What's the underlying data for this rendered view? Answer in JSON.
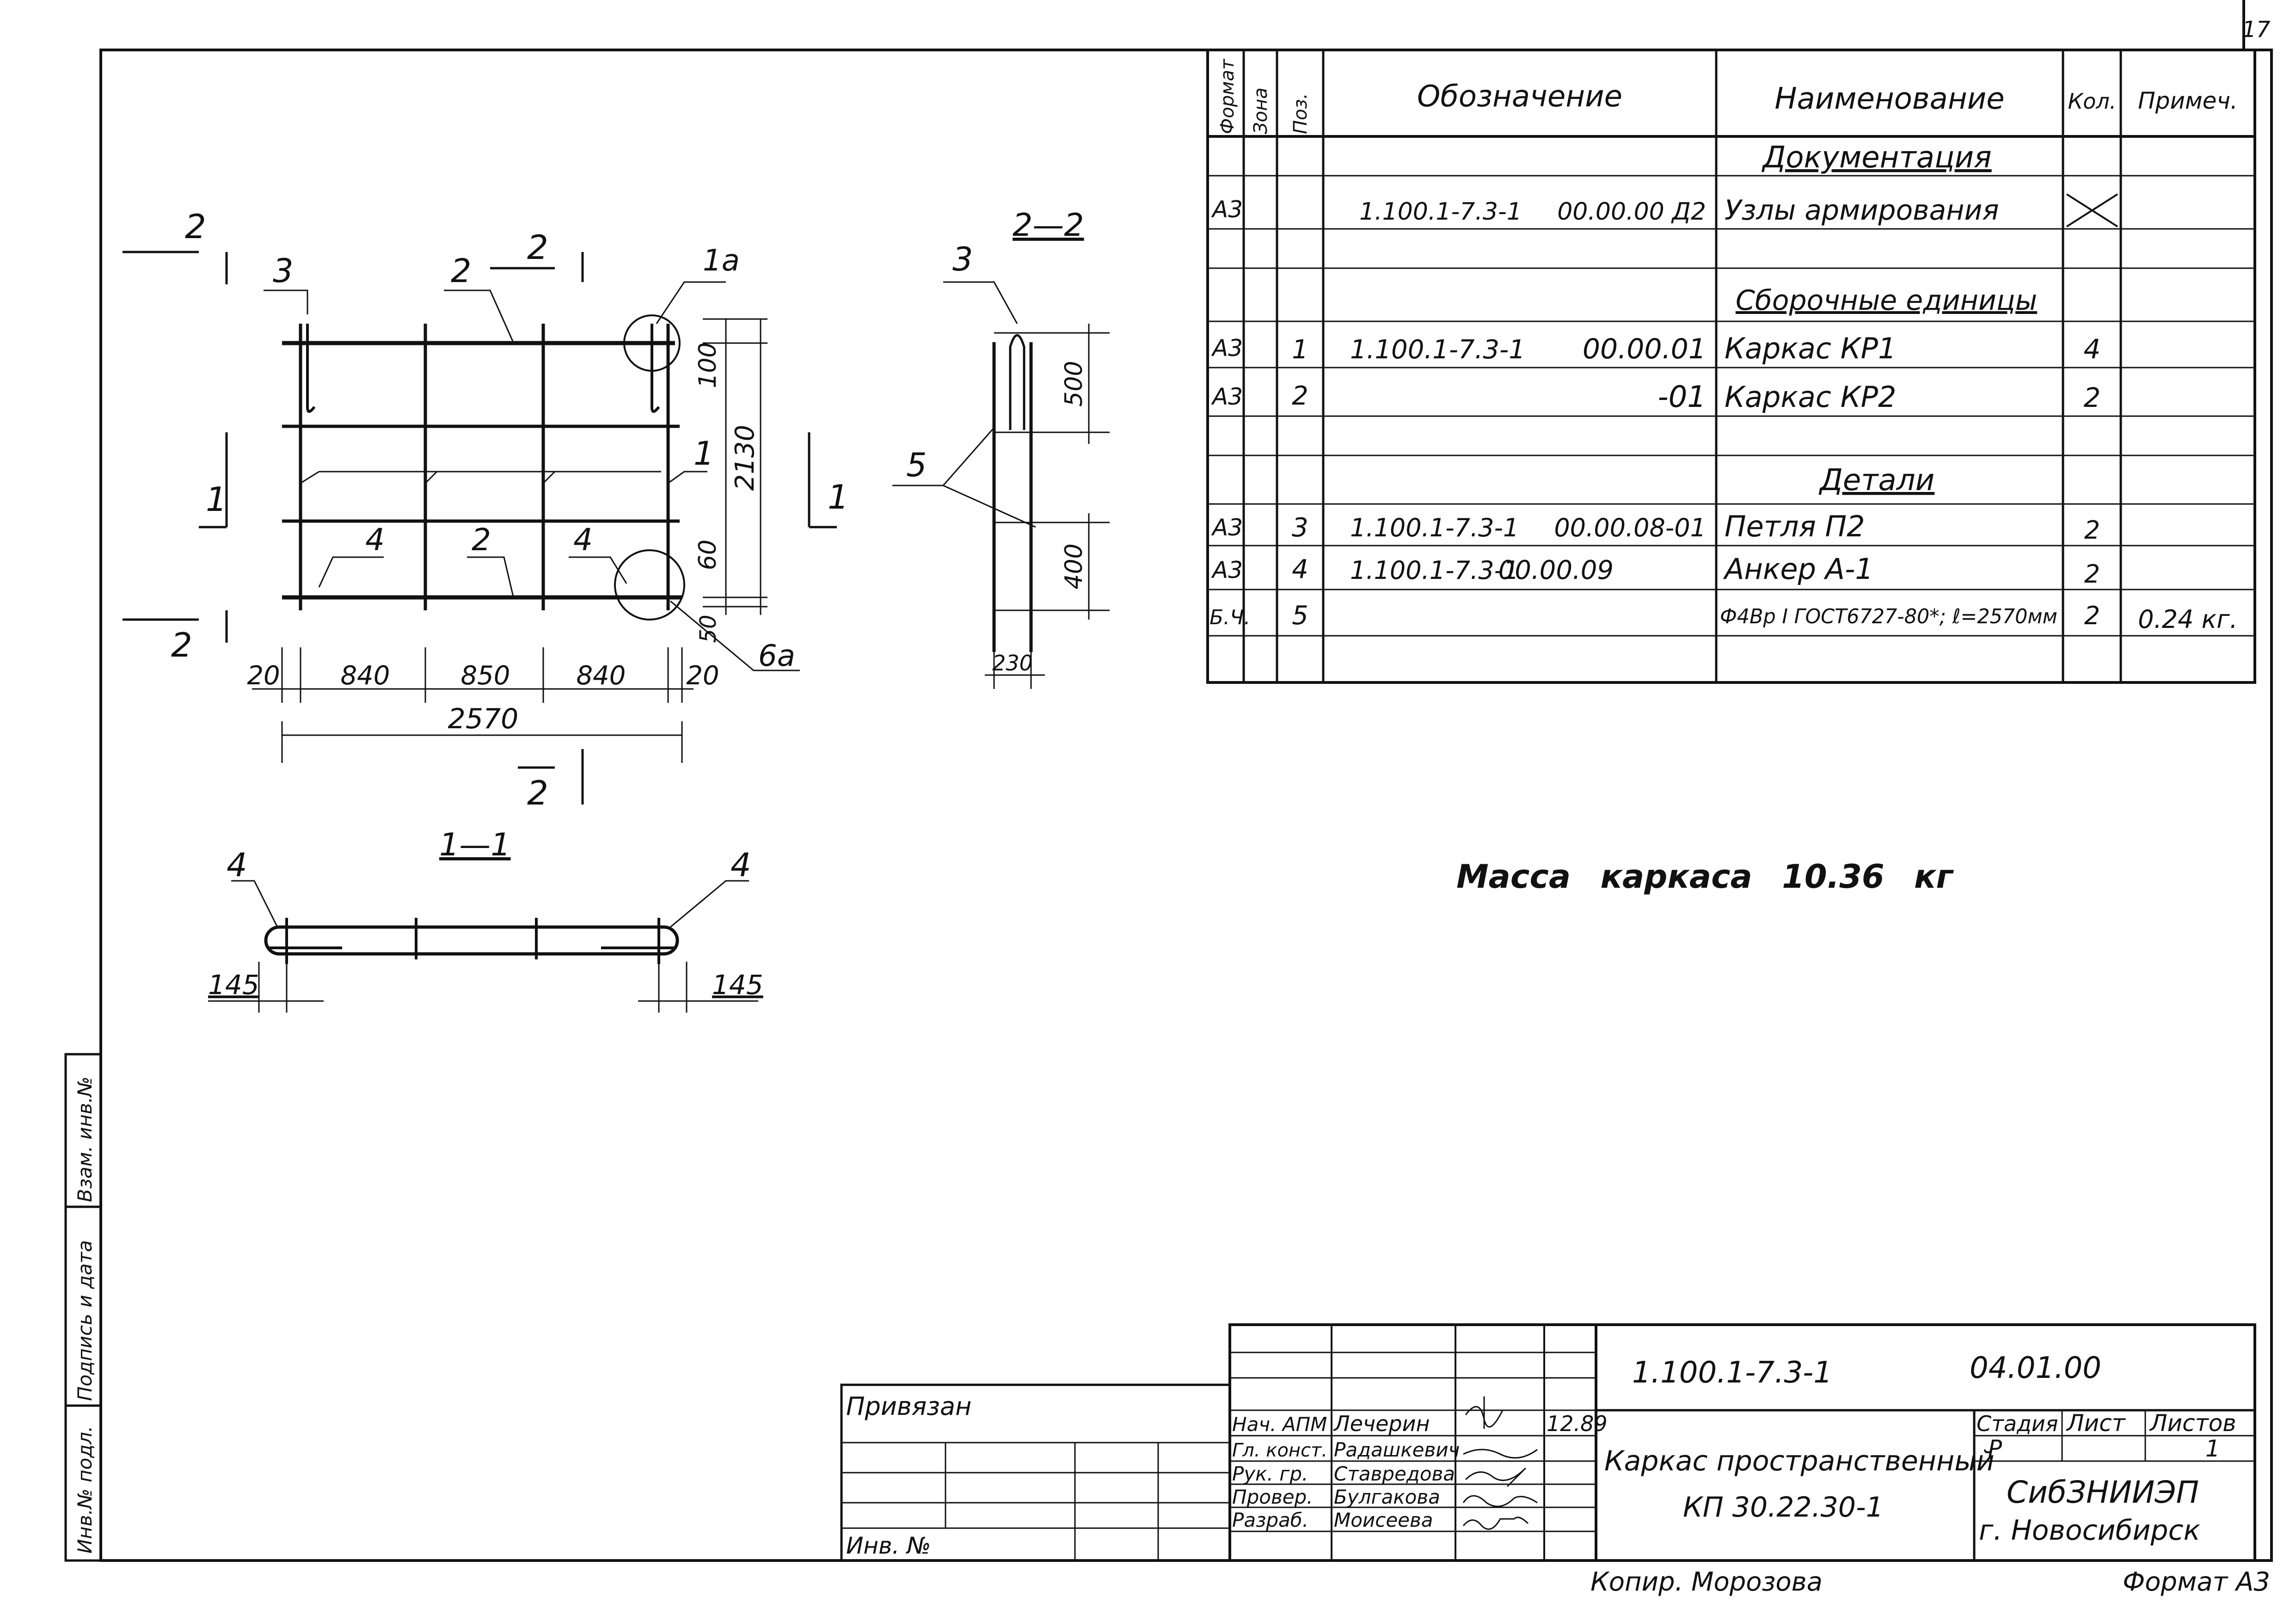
{
  "page_number": "17",
  "spec_table": {
    "headers": {
      "format": "Формат",
      "zone": "Зона",
      "pos": "Поз.",
      "designation": "Обозначение",
      "name": "Наименование",
      "qty": "Кол.",
      "note": "Примеч."
    },
    "sections": {
      "documentation": "Документация",
      "assembly_units": "Сборочные единицы",
      "details": "Детали"
    },
    "rows": [
      {
        "format": "А3",
        "pos": "",
        "designation_a": "1.100.1-7.3-1",
        "designation_b": "00.00.00 Д2",
        "name": "Узлы армирования",
        "qty": "",
        "note": ""
      },
      {
        "format": "А3",
        "pos": "1",
        "designation_a": "1.100.1-7.3-1",
        "designation_b": "00.00.01",
        "name": "Каркас КР1",
        "qty": "4",
        "note": ""
      },
      {
        "format": "А3",
        "pos": "2",
        "designation_a": "",
        "designation_b": "-01",
        "name": "Каркас КР2",
        "qty": "2",
        "note": ""
      },
      {
        "format": "А3",
        "pos": "3",
        "designation_a": "1.100.1-7.3-1",
        "designation_b": "00.00.08-01",
        "name": "Петля П2",
        "qty": "2",
        "note": ""
      },
      {
        "format": "А3",
        "pos": "4",
        "designation_a": "1.100.1-7.3-1",
        "designation_b": "00.00.09",
        "name": "Анкер А-1",
        "qty": "2",
        "note": ""
      },
      {
        "format": "Б.Ч.",
        "pos": "5",
        "designation_a": "",
        "designation_b": "",
        "name": "Ф4Вр I ГОСТ6727-80*; ℓ=2570мм",
        "qty": "2",
        "note": "0.24 кг."
      }
    ]
  },
  "mass_note": "Масса каркаса 10.36 кг",
  "drawing": {
    "front_view": {
      "dim_bottom": [
        "20",
        "840",
        "850",
        "840",
        "20"
      ],
      "dim_total": "2570",
      "dim_right": [
        "100",
        "2130",
        "60",
        "50"
      ],
      "pos_labels": [
        "3",
        "2",
        "1а",
        "1",
        "4",
        "2",
        "4",
        "6а"
      ],
      "section_marks": [
        "2",
        "2",
        "1",
        "1",
        "2",
        "2"
      ]
    },
    "section_22": {
      "title": "2—2",
      "pos_labels": [
        "3",
        "5"
      ],
      "dims": [
        "500",
        "400",
        "230"
      ]
    },
    "section_11": {
      "title": "1—1",
      "pos_labels": [
        "4",
        "4"
      ],
      "dims": [
        "145",
        "145"
      ]
    }
  },
  "left_strip": {
    "cell1": "Инв.№ подл.",
    "cell2": "Подпись и дата",
    "cell3": "Взам. инв.№"
  },
  "title_block": {
    "privyazan": "Привязан",
    "inv_no": "Инв. №",
    "doc_code": "1.100.1-7.3-1",
    "doc_sheet_code": "04.01.00",
    "object_name_1": "Каркас пространственный",
    "object_name_2": "КП 30.22.30-1",
    "stage_label": "Стадия",
    "sheet_label": "Лист",
    "sheets_label": "Листов",
    "stage_value": "Р",
    "sheets_value": "1",
    "org_1": "СибЗНИИЭП",
    "org_2": "г. Новосибирск",
    "date": "12.89",
    "roles": [
      {
        "role": "Нач. АПМ",
        "name": "Лечерин"
      },
      {
        "role": "Гл. конст.",
        "name": "Радашкевич"
      },
      {
        "role": "Рук. гр.",
        "name": "Ставредова"
      },
      {
        "role": "Провер.",
        "name": "Булгакова"
      },
      {
        "role": "Разраб.",
        "name": "Моисеева"
      }
    ]
  },
  "footer": {
    "copied": "Копир. Морозова",
    "format": "Формат А3"
  }
}
